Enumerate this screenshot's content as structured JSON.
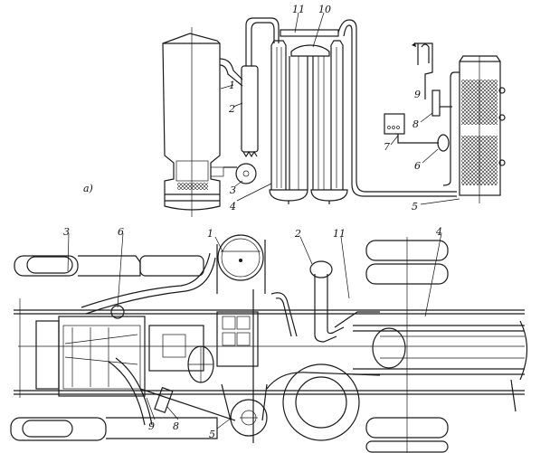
{
  "figure": {
    "top_view": {
      "panel_label": "a)",
      "callouts": [
        "1",
        "2",
        "3",
        "4",
        "5",
        "6",
        "7",
        "8",
        "9",
        "10",
        "11"
      ]
    },
    "bottom_view": {
      "callouts": [
        "3",
        "6",
        "1",
        "2",
        "11",
        "4",
        "9",
        "8",
        "5"
      ]
    }
  }
}
